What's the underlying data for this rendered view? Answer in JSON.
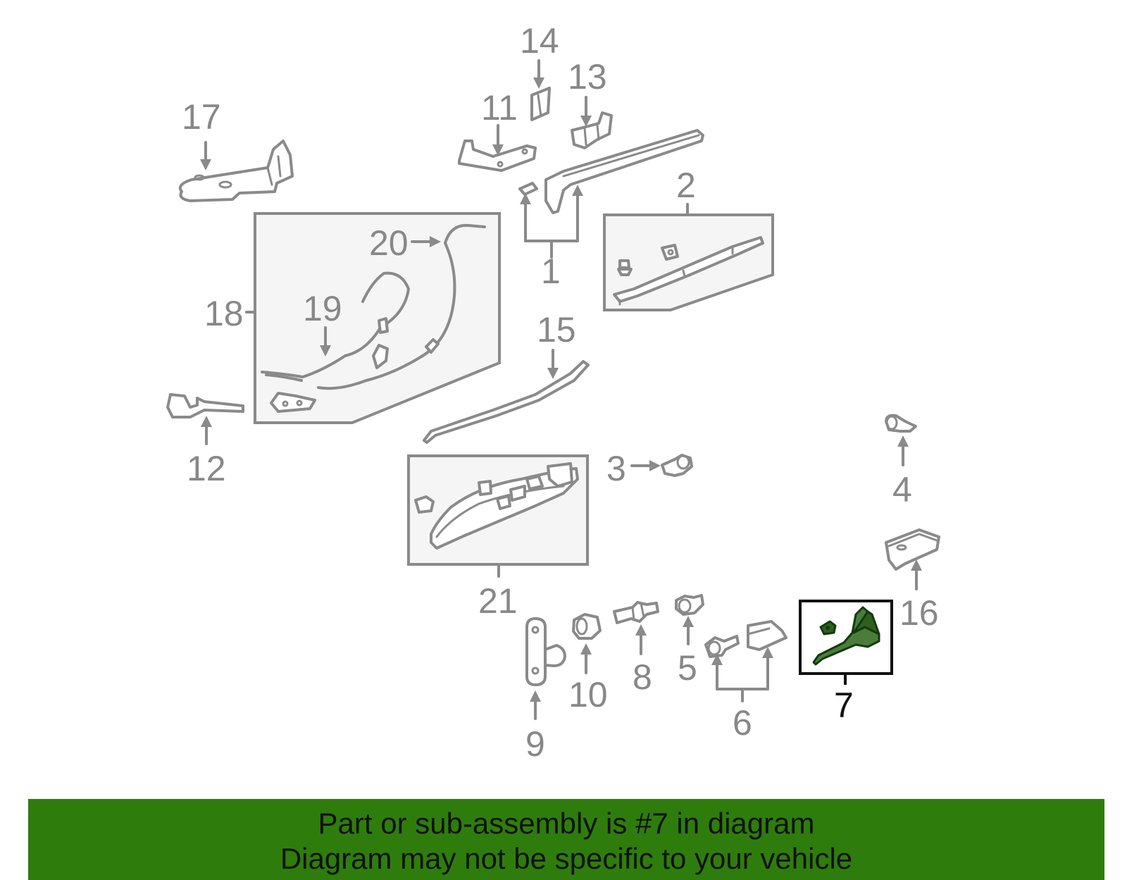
{
  "diagram": {
    "highlight_color": "#2e7d0c",
    "callouts": {
      "c1": "1",
      "c2": "2",
      "c3": "3",
      "c4": "4",
      "c5": "5",
      "c6": "6",
      "c7": "7",
      "c8": "8",
      "c9": "9",
      "c10": "10",
      "c11": "11",
      "c12": "12",
      "c13": "13",
      "c14": "14",
      "c15": "15",
      "c16": "16",
      "c17": "17",
      "c18": "18",
      "c19": "19",
      "c20": "20",
      "c21": "21"
    },
    "highlighted_part": "7"
  },
  "banner": {
    "background": "#2e7d0c",
    "line1": "Part or sub-assembly is #7 in diagram",
    "line2": "Diagram may not be specific to your vehicle"
  }
}
